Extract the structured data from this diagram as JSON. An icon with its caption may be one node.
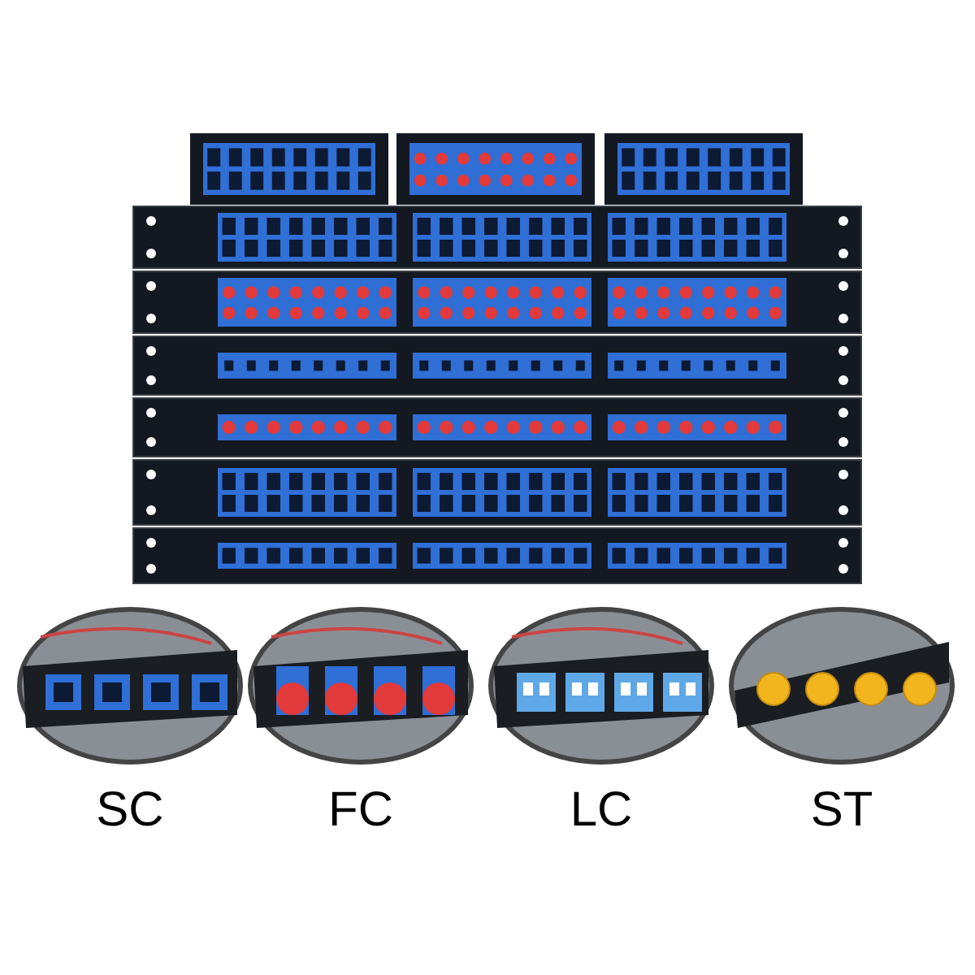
{
  "diagram": {
    "labels": [
      "SC",
      "FC",
      "LC",
      "ST"
    ]
  }
}
